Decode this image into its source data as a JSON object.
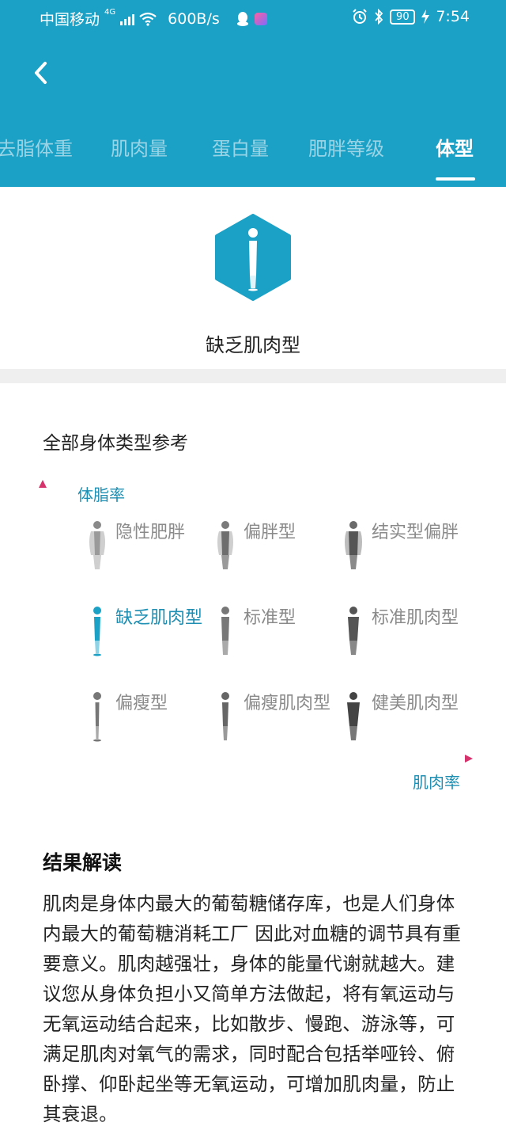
{
  "status_bar": {
    "carrier": "中国移动",
    "network": "4G",
    "speed": "600B/s",
    "battery": "90",
    "time": "7:54",
    "icons": [
      "signal-icon",
      "wifi-icon",
      "qq-icon",
      "app-icon",
      "alarm-icon",
      "bluetooth-icon",
      "battery-icon",
      "charging-icon"
    ]
  },
  "nav": {
    "back_icon": "chevron-left-icon"
  },
  "tabs": [
    {
      "label": "去脂体重",
      "active": false
    },
    {
      "label": "肌肉量",
      "active": false
    },
    {
      "label": "蛋白量",
      "active": false
    },
    {
      "label": "肥胖等级",
      "active": false
    },
    {
      "label": "体型",
      "active": true
    }
  ],
  "result": {
    "label": "缺乏肌肉型",
    "icon": "body-figure-hexagon-icon"
  },
  "reference": {
    "title": "全部身体类型参考",
    "y_axis_label": "体脂率",
    "x_axis_label": "肌肉率",
    "grid": [
      [
        {
          "label": "隐性肥胖",
          "figure": "hidden-obese"
        },
        {
          "label": "偏胖型",
          "figure": "chubby"
        },
        {
          "label": "结实型偏胖",
          "figure": "solid-chubby"
        }
      ],
      [
        {
          "label": "缺乏肌肉型",
          "figure": "lack-muscle",
          "selected": true
        },
        {
          "label": "标准型",
          "figure": "standard"
        },
        {
          "label": "标准肌肉型",
          "figure": "standard-muscle"
        }
      ],
      [
        {
          "label": "偏瘦型",
          "figure": "thin"
        },
        {
          "label": "偏瘦肌肉型",
          "figure": "thin-muscle"
        },
        {
          "label": "健美肌肉型",
          "figure": "fit-muscle"
        }
      ]
    ]
  },
  "interpretation": {
    "title": "结果解读",
    "body": "肌肉是身体内最大的葡萄糖储存库，也是人们身体内最大的葡萄糖消耗工厂 因此对血糖的调节具有重要意义。肌肉越强壮，身体的能量代谢就越大。建议您从身体负担小又简单方法做起，将有氧运动与无氧运动结合起来，比如散步、慢跑、游泳等，可满足肌肉对氧气的需求，同时配合包括举哑铃、俯卧撑、仰卧起坐等无氧运动，可增加肌肉量，防止其衰退。"
  },
  "colors": {
    "header_bg": "#1ba1c6",
    "accent": "#1e8fb3",
    "inactive_label": "#8a8a8a",
    "divider": "#efefef"
  }
}
